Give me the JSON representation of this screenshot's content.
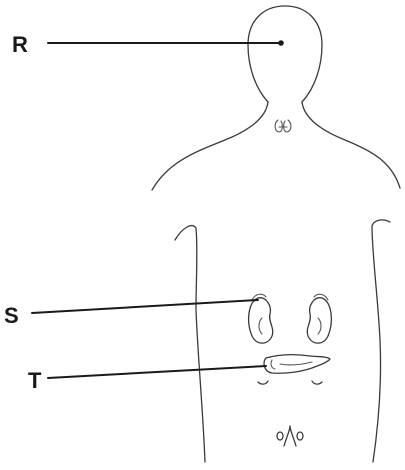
{
  "labels": {
    "r": "R",
    "s": "S",
    "t": "T"
  },
  "colors": {
    "ink": "#1a1a1a",
    "outline": "#3a3a3a",
    "background": "#ffffff"
  }
}
